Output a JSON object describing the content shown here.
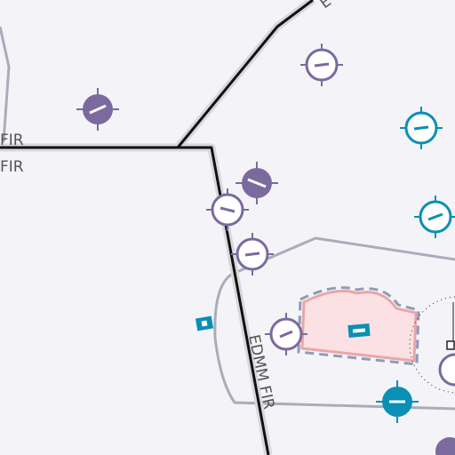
{
  "map": {
    "labels": {
      "fir_left_upper": "FIR",
      "fir_left_lower": "FIR",
      "edmm_fir": "EDMM FIR",
      "top_partial": "E"
    },
    "colors": {
      "background": "#f4f4f8",
      "fir_border": "#111111",
      "fir_halo": "#d8d8dc",
      "airspace_line": "#a9adb9",
      "navaid_purple": "#7a6a9e",
      "navaid_teal": "#0a8fb5",
      "restricted_fill": "#fbe1e3",
      "restricted_edge": "#e9a6aa",
      "restricted_dash": "#8f9bb8",
      "airport_blue": "#0a8fb5"
    },
    "symbols": [
      {
        "name": "reporting-point-filled",
        "color": "purple"
      },
      {
        "name": "reporting-point-open",
        "color": "purple"
      },
      {
        "name": "reporting-point-open",
        "color": "teal"
      },
      {
        "name": "reporting-point-filled",
        "color": "teal"
      },
      {
        "name": "airport-icon",
        "color": "teal"
      },
      {
        "name": "vor-compass-rose",
        "color": "dark"
      }
    ]
  }
}
